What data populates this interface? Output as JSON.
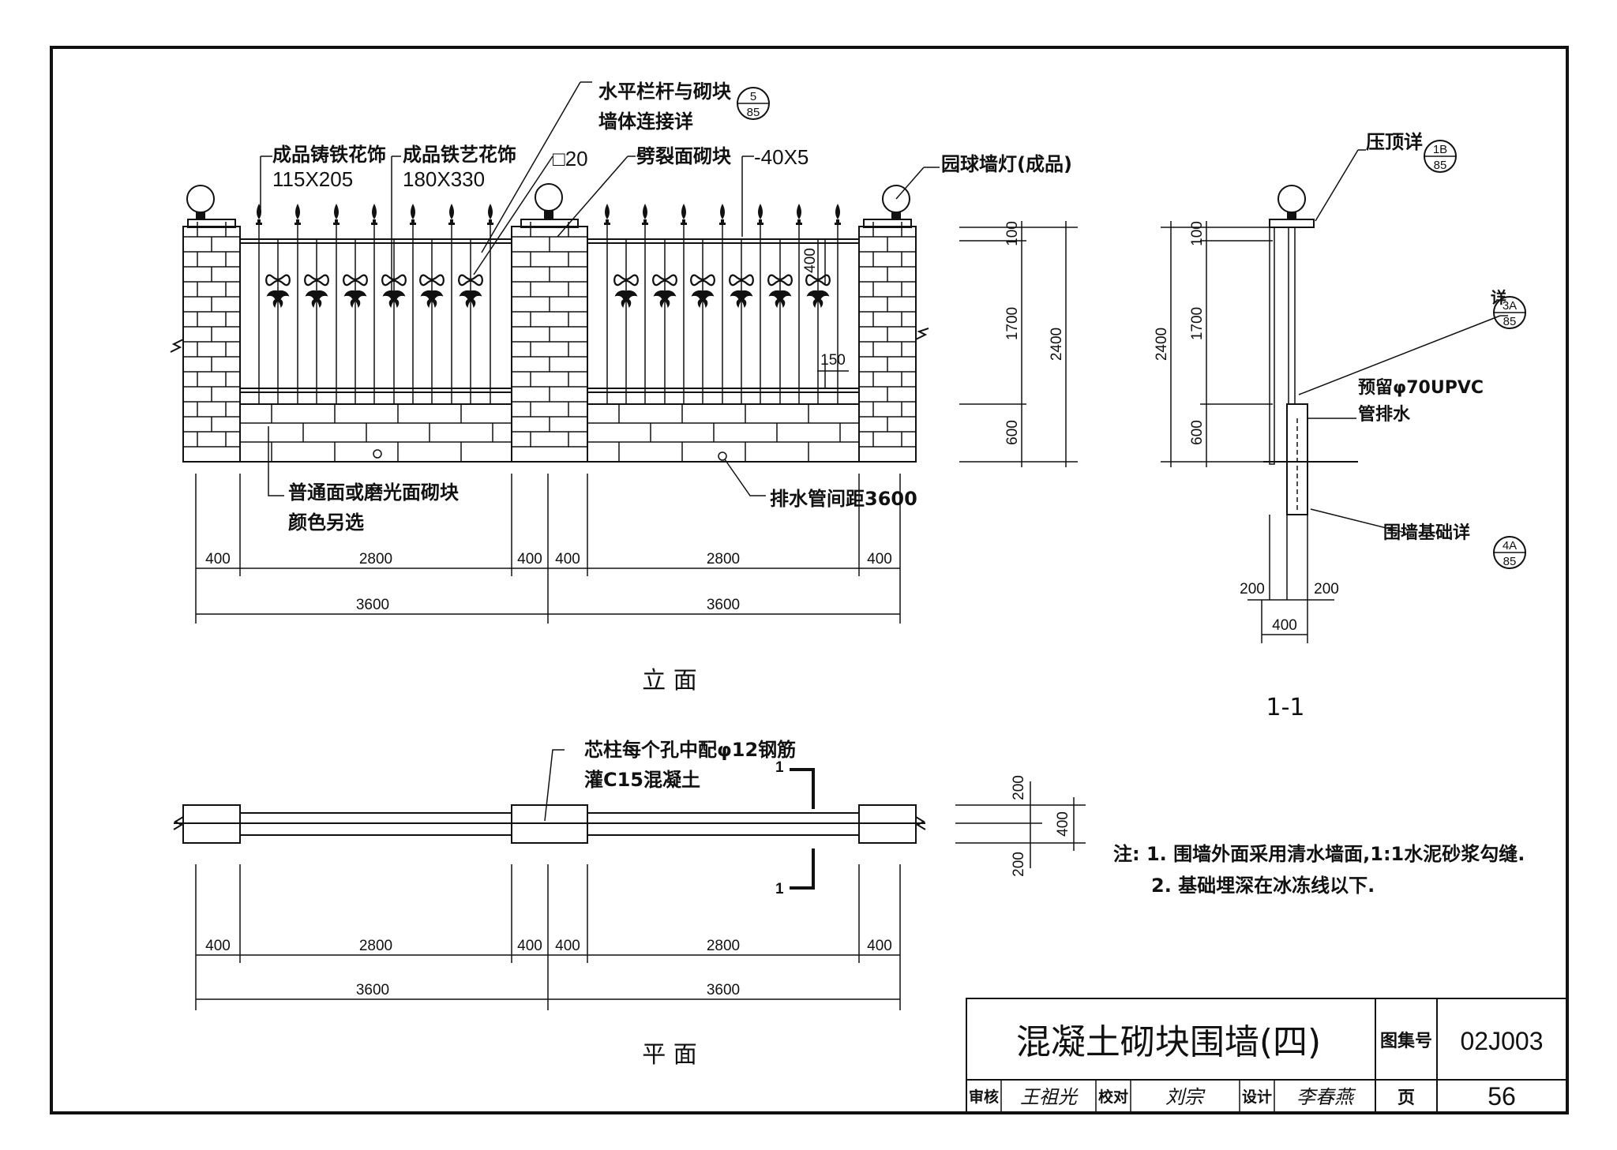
{
  "elevation": {
    "title": "立 面",
    "labels": {
      "rail_detail_line1": "水平栏杆与砌块",
      "rail_detail_line2": "墙体连接详",
      "cast_iron_line1": "成品铸铁花饰",
      "cast_iron_line2": "115X205",
      "iron_art_line1": "成品铁艺花饰",
      "iron_art_line2": "180X330",
      "square_bar": "□20",
      "split_face_block": "劈裂面砌块",
      "flat_bar": "-40X5",
      "ball_lamp": "园球墙灯(成品)",
      "normal_block_line1": "普通面或磨光面砌块",
      "normal_block_line2": "颜色另选",
      "drain_spacing": "排水管间距3600"
    },
    "ref_rail": {
      "top": "5",
      "bottom": "85"
    },
    "dims_row1": [
      "400",
      "2800",
      "400",
      "400",
      "2800",
      "400"
    ],
    "dims_row2": [
      "3600",
      "3600"
    ],
    "dim_400": "400",
    "dim_150": "150"
  },
  "height_dims": {
    "top": "100",
    "mid": "1700",
    "bottom": "600",
    "total": "2400"
  },
  "section": {
    "title": "1-1",
    "labels": {
      "coping_detail": "压顶详",
      "detail": "详",
      "pipe_line1": "预留φ70UPVC",
      "pipe_line2": "管排水",
      "foundation_detail": "围墙基础详"
    },
    "ref_coping": {
      "top": "1B",
      "bottom": "85"
    },
    "ref_detail": {
      "top": "3A",
      "bottom": "85"
    },
    "ref_foundation": {
      "top": "4A",
      "bottom": "85"
    },
    "dims": {
      "left": "200",
      "right": "200",
      "total": "400"
    },
    "heights": {
      "top": "100",
      "mid": "1700",
      "bottom": "600",
      "total": "2400"
    }
  },
  "plan": {
    "title": "平 面",
    "core_note_line1": "芯柱每个孔中配φ12钢筋",
    "core_note_line2": "灌C15混凝土",
    "cut_mark": "1",
    "dims_row1": [
      "400",
      "2800",
      "400",
      "400",
      "2800",
      "400"
    ],
    "dims_row2": [
      "3600",
      "3600"
    ],
    "width_dims": {
      "top": "200",
      "bottom": "200",
      "total": "400"
    }
  },
  "notes": {
    "line1": "注: 1. 围墙外面采用清水墙面,1:1水泥砂浆勾缝.",
    "line2": "2. 基础埋深在冰冻线以下."
  },
  "title_block": {
    "drawing_title": "混凝土砌块围墙(四)",
    "atlas_label": "图集号",
    "atlas_value": "02J003",
    "review_label": "审核",
    "review_sig": "王祖光",
    "check_label": "校对",
    "check_sig": "刘宗",
    "design_label": "设计",
    "design_sig": "李春燕",
    "page_label": "页",
    "page_value": "56"
  }
}
